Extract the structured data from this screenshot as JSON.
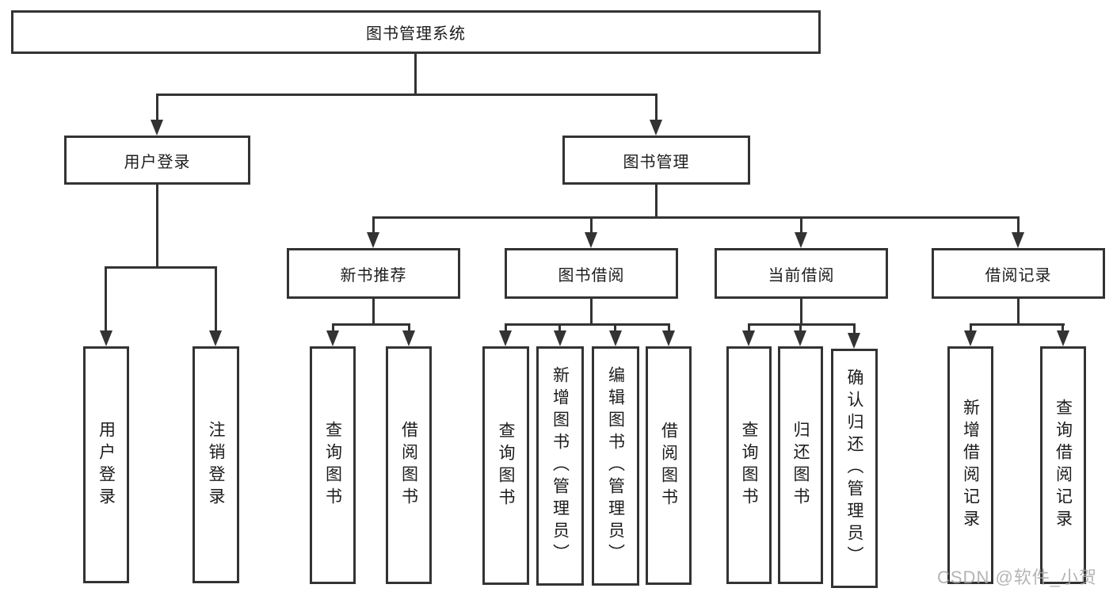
{
  "diagram": {
    "title": "图书管理系统",
    "branches": [
      {
        "label": "用户登录",
        "children": [
          {
            "label": "用户登录"
          },
          {
            "label": "注销登录"
          }
        ]
      },
      {
        "label": "图书管理",
        "children": [
          {
            "label": "新书推荐",
            "children": [
              {
                "label": "查询图书"
              },
              {
                "label": "借阅图书"
              }
            ]
          },
          {
            "label": "图书借阅",
            "children": [
              {
                "label": "查询图书"
              },
              {
                "label": "新增图书（管理员）"
              },
              {
                "label": "编辑图书（管理员）"
              },
              {
                "label": "借阅图书"
              }
            ]
          },
          {
            "label": "当前借阅",
            "children": [
              {
                "label": "查询图书"
              },
              {
                "label": "归还图书"
              },
              {
                "label": "确认归还（管理员）"
              }
            ]
          },
          {
            "label": "借阅记录",
            "children": [
              {
                "label": "新增借阅记录"
              },
              {
                "label": "查询借阅记录"
              }
            ]
          }
        ]
      }
    ]
  },
  "watermark": {
    "text": "CSDN @软件_小贺同学"
  },
  "colors": {
    "line": "#333333",
    "text": "#1c1c1c",
    "background": "#ffffff",
    "watermark": "#a8a8a8"
  }
}
